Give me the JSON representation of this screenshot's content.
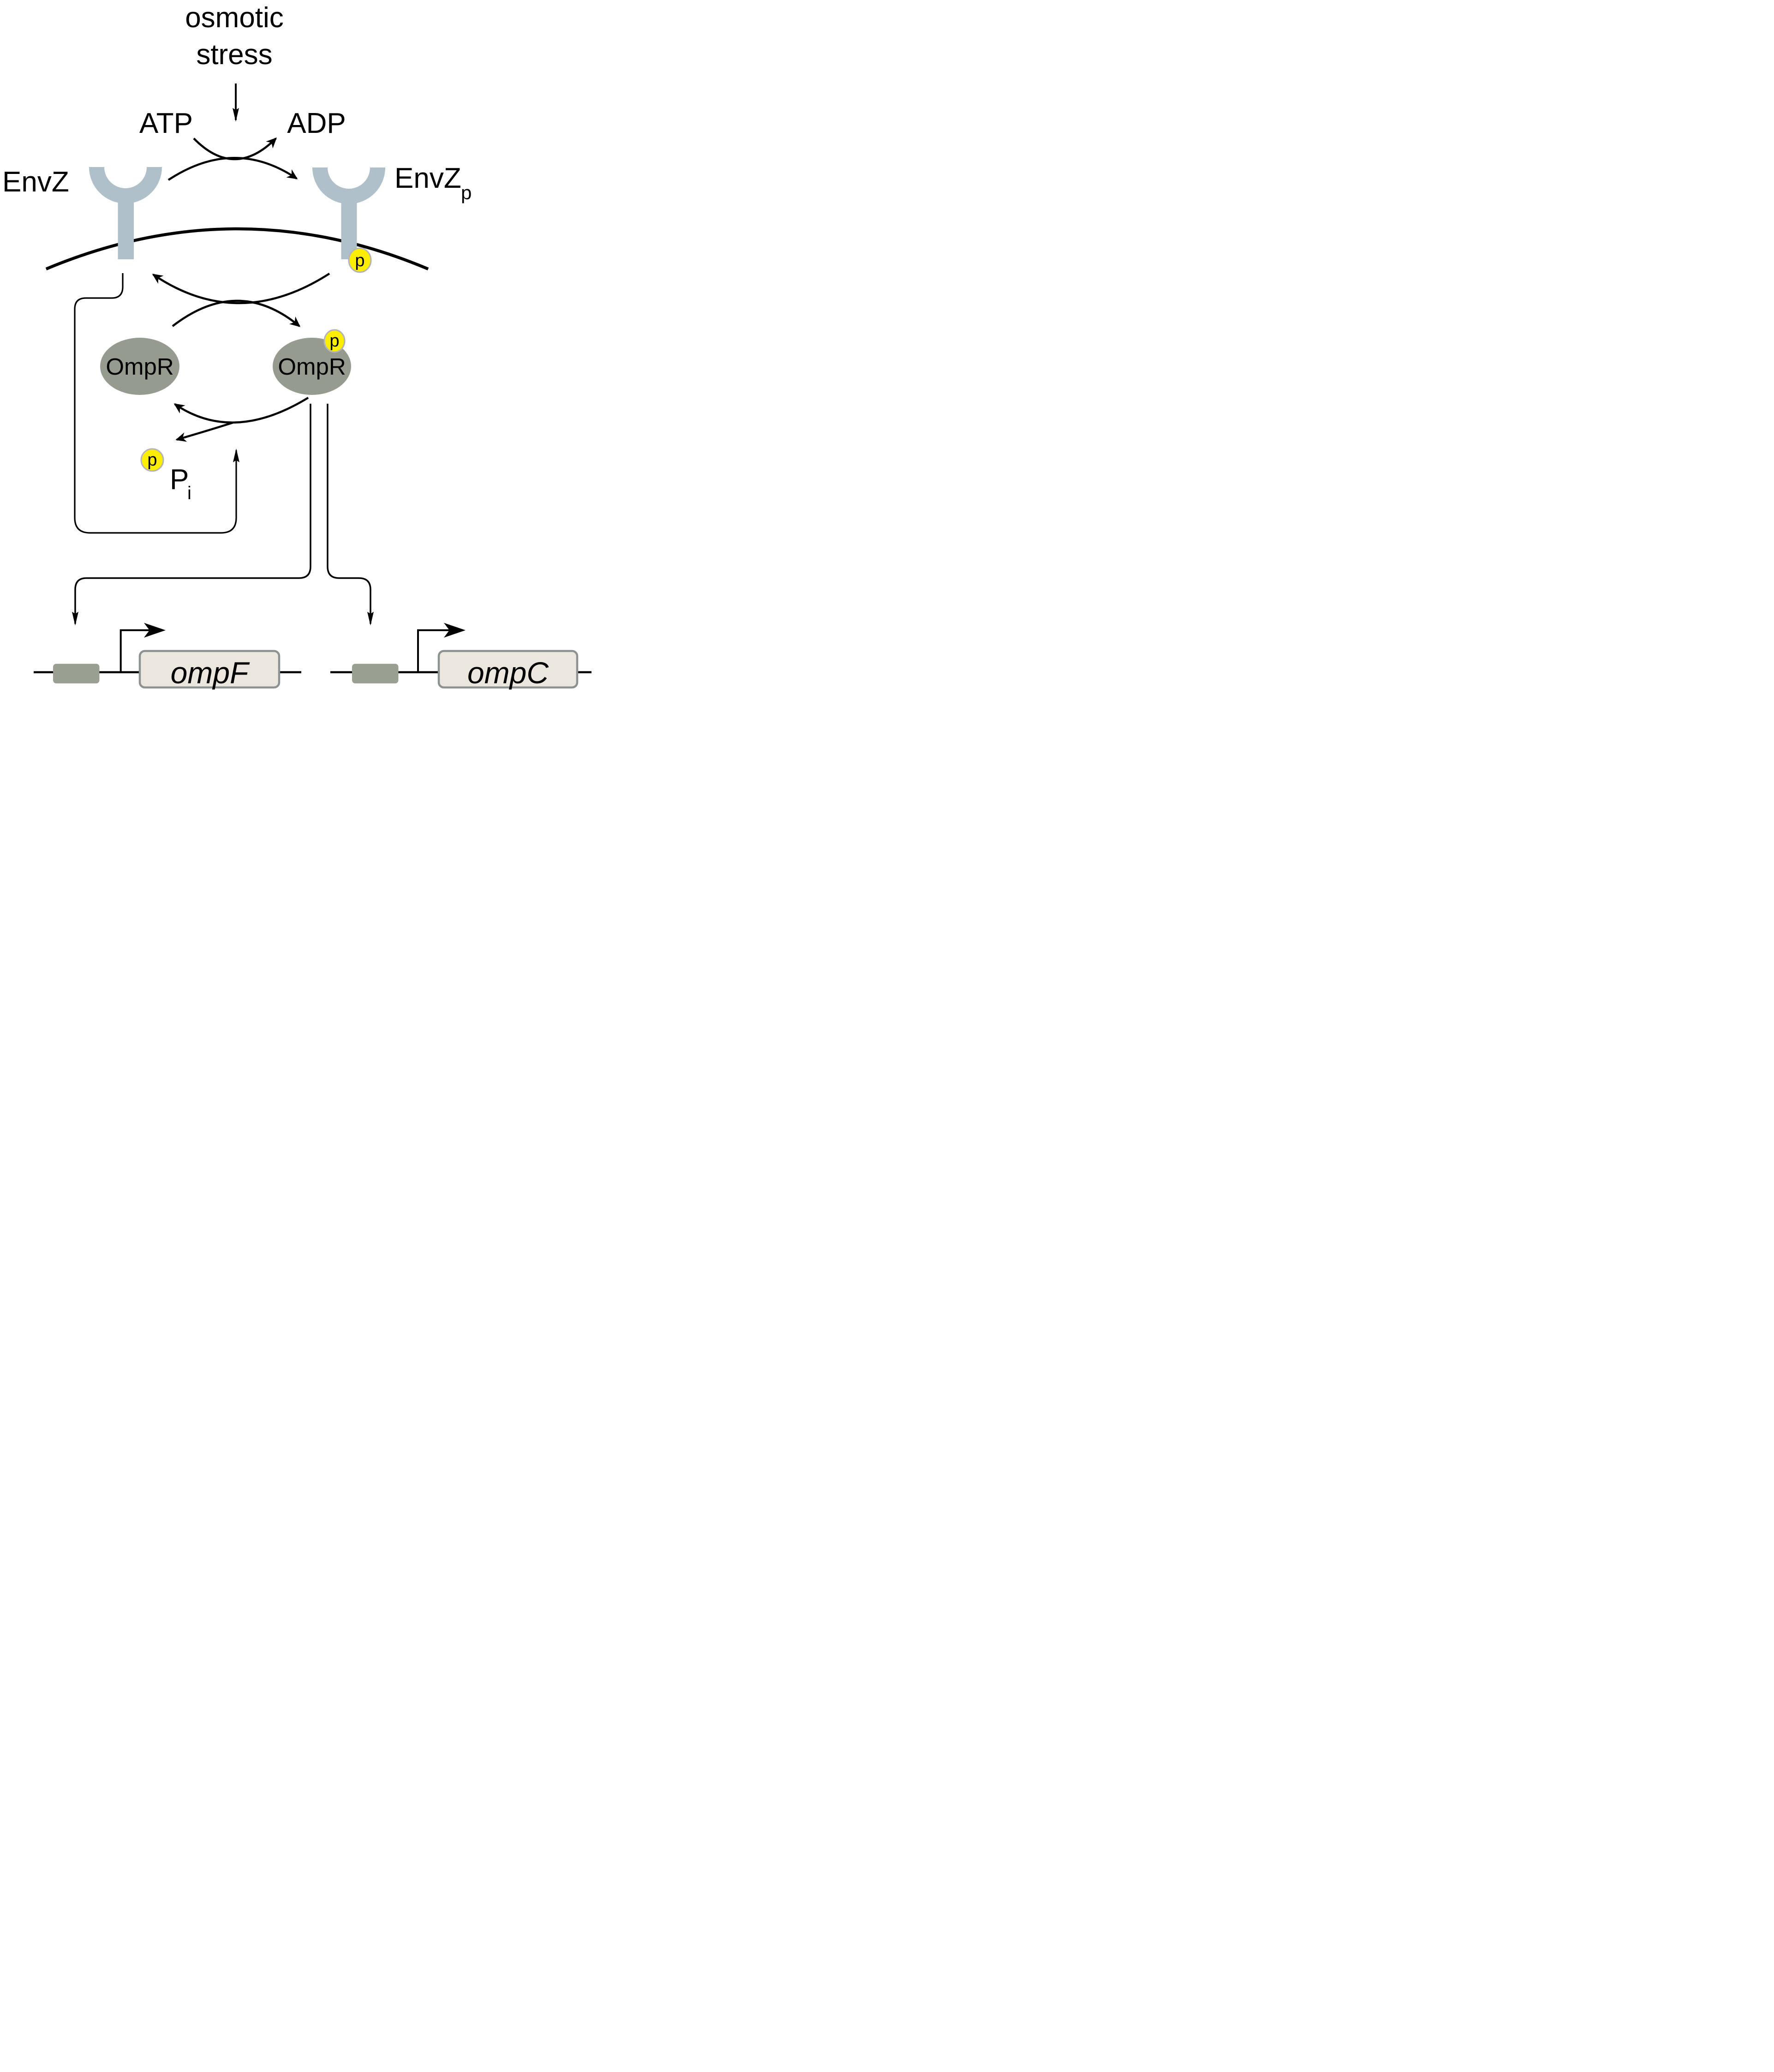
{
  "diagram": {
    "stimulus": {
      "line1": "osmotic",
      "line2": "stress"
    },
    "cofactors": {
      "substrate": "ATP",
      "product": "ADP"
    },
    "kinase": {
      "label": "EnvZ",
      "phospho_label": "EnvZ",
      "phospho_subscript": "p"
    },
    "regulator": {
      "label": "OmpR",
      "phospho_label": "OmpR"
    },
    "phosphate": {
      "badge": "p",
      "inorganic_base": "P",
      "inorganic_subscript": "i"
    },
    "genes": {
      "left": {
        "name": "ompF"
      },
      "right": {
        "name": "ompC"
      }
    }
  },
  "colors": {
    "receptor": "#b0c0ca",
    "regulator_fill": "#959b8f",
    "operator_fill": "#99a092",
    "gene_fill": "#ebe7de",
    "gene_stroke": "#8d9192",
    "phosphate_fill": "#fcee00",
    "phosphate_stroke": "#b4b4b4",
    "line": "#000000",
    "background": "#ffffff"
  }
}
